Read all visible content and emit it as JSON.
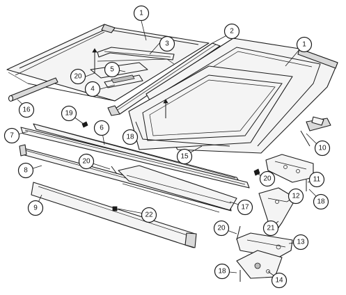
{
  "diagram": {
    "callouts": [
      {
        "id": "c1a",
        "label": "1"
      },
      {
        "id": "c1b",
        "label": "1"
      },
      {
        "id": "c2",
        "label": "2"
      },
      {
        "id": "c3",
        "label": "3"
      },
      {
        "id": "c4",
        "label": "4"
      },
      {
        "id": "c5",
        "label": "5"
      },
      {
        "id": "c6",
        "label": "6"
      },
      {
        "id": "c7",
        "label": "7"
      },
      {
        "id": "c8",
        "label": "8"
      },
      {
        "id": "c9",
        "label": "9"
      },
      {
        "id": "c10",
        "label": "10"
      },
      {
        "id": "c11",
        "label": "11"
      },
      {
        "id": "c12",
        "label": "12"
      },
      {
        "id": "c13",
        "label": "13"
      },
      {
        "id": "c14",
        "label": "14"
      },
      {
        "id": "c15",
        "label": "15"
      },
      {
        "id": "c16",
        "label": "16"
      },
      {
        "id": "c17",
        "label": "17"
      },
      {
        "id": "c18a",
        "label": "18"
      },
      {
        "id": "c18b",
        "label": "18"
      },
      {
        "id": "c18c",
        "label": "18"
      },
      {
        "id": "c19",
        "label": "19"
      },
      {
        "id": "c20a",
        "label": "20"
      },
      {
        "id": "c20b",
        "label": "20"
      },
      {
        "id": "c20c",
        "label": "20"
      },
      {
        "id": "c20d",
        "label": "20"
      },
      {
        "id": "c21",
        "label": "21"
      },
      {
        "id": "c22",
        "label": "22"
      }
    ]
  }
}
